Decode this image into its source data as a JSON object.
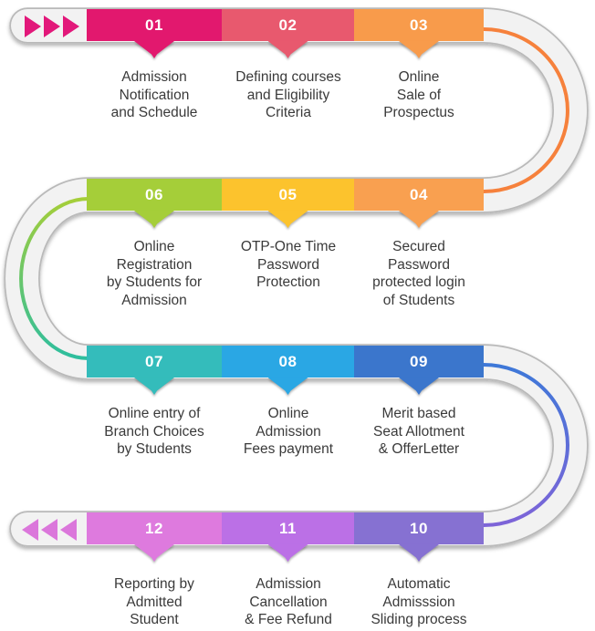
{
  "steps": [
    {
      "number": "01",
      "label": "Admission\nNotification\nand Schedule",
      "color": "#E2186E"
    },
    {
      "number": "02",
      "label": "Defining courses\nand Eligibility\nCriteria",
      "color": "#E8596E"
    },
    {
      "number": "03",
      "label": "Online\nSale of\nProspectus",
      "color": "#F89B4B"
    },
    {
      "number": "04",
      "label": "Secured\nPassword\nprotected login\nof Students",
      "color": "#F9A050"
    },
    {
      "number": "05",
      "label": "OTP-One Time\nPassword\nProtection",
      "color": "#FCC32D"
    },
    {
      "number": "06",
      "label": "Online\nRegistration\nby Students for\nAdmission",
      "color": "#A5CE39"
    },
    {
      "number": "07",
      "label": "Online entry of\nBranch Choices\nby Students",
      "color": "#34BCBB"
    },
    {
      "number": "08",
      "label": "Online\nAdmission\nFees payment",
      "color": "#2AA7E4"
    },
    {
      "number": "09",
      "label": "Merit based\nSeat Allotment\n& OfferLetter",
      "color": "#3B76CC"
    },
    {
      "number": "10",
      "label": "Automatic\nAdmisssion\nSliding process",
      "color": "#8671D2"
    },
    {
      "number": "11",
      "label": "Admission\nCancellation\n& Fee Refund",
      "color": "#BB70E6"
    },
    {
      "number": "12",
      "label": "Reporting by\nAdmitted\nStudent",
      "color": "#DE7ADE"
    }
  ],
  "ribbon": {
    "fill": "#F2F2F2",
    "edge": "#B9B9B9",
    "orange_stripe": "#F6813C",
    "green_stripe_start": "#A5CE39",
    "green_stripe_end": "#2EBE9E",
    "blue_stripe_start": "#3E78D8",
    "blue_stripe_end": "#7E64D8"
  },
  "decorations": {
    "start_arrows_color": "#E2187A",
    "end_arrows_color": "#DB77DB"
  }
}
